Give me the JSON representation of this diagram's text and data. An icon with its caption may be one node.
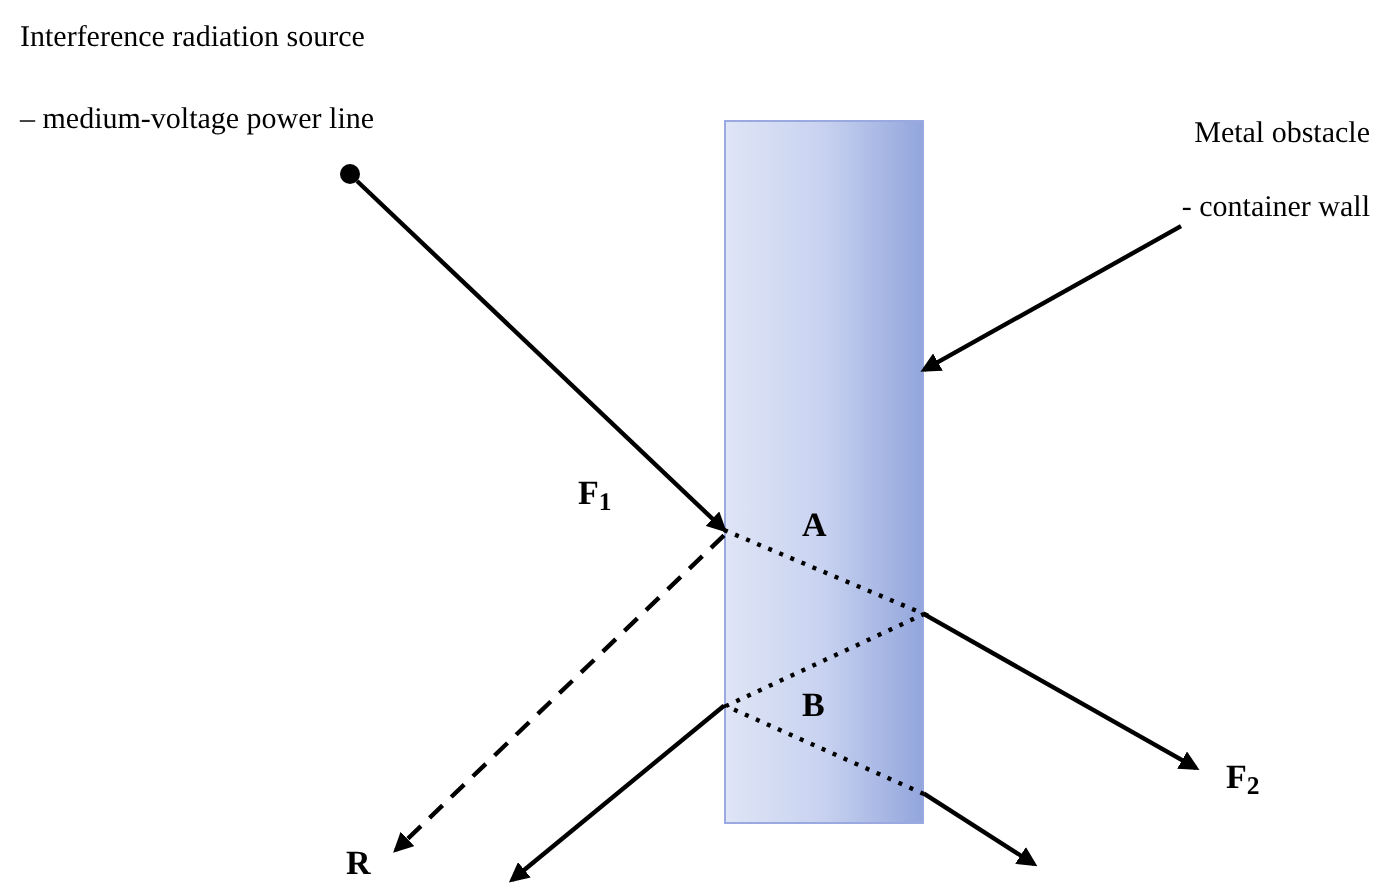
{
  "diagram": {
    "nodes": [
      {
        "text": [],
        "shape": "circle",
        "beside": [
          "Interference radiation source",
          "– medium-voltage power line"
        ]
      },
      {
        "text": [
          "A",
          "B"
        ]
      },
      {
        "text": [
          "Metal obstacle",
          "- container wall"
        ]
      }
    ],
    "edges": [
      {
        "from": 0,
        "to": 1,
        "arrow": "to",
        "label": "F$_{1}$"
      },
      {
        "from": 1,
        "to": null,
        "arrow": "to",
        "label": "R",
        "style": "dashed"
      },
      {
        "from": 1,
        "to": null,
        "arrow": "to",
        "label": "F$_{2}$"
      },
      {
        "from": 1,
        "to": null,
        "arrow": "to"
      },
      {
        "from": 1,
        "to": null,
        "arrow": "to"
      },
      {
        "from": 2,
        "to": 1,
        "arrow": "to"
      }
    ]
  }
}
